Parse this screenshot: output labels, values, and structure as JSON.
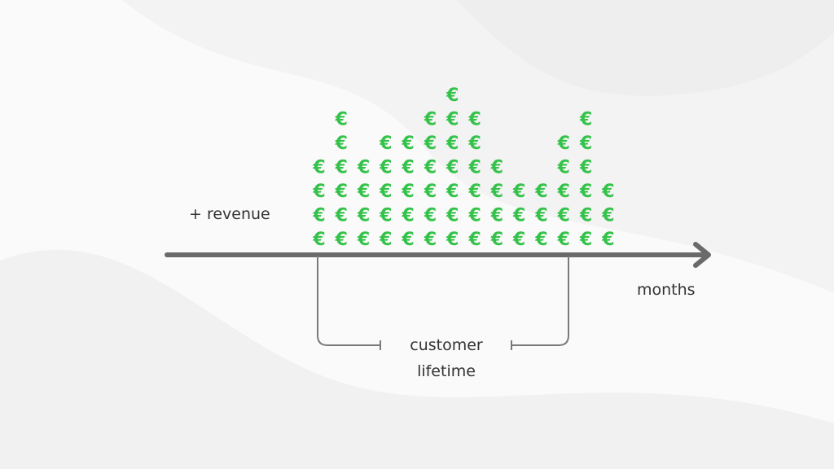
{
  "labels": {
    "revenue": "+ revenue",
    "months": "months",
    "lifetime_line1": "customer",
    "lifetime_line2": "lifetime"
  },
  "symbol": "€",
  "colors": {
    "euro": "#35c24a",
    "axis": "#6a6a6a",
    "bracket": "#7a7a7a",
    "text": "#333333"
  },
  "revenue_stacks": [
    4,
    6,
    4,
    5,
    5,
    6,
    7,
    6,
    4,
    3,
    3,
    5,
    6,
    3
  ]
}
